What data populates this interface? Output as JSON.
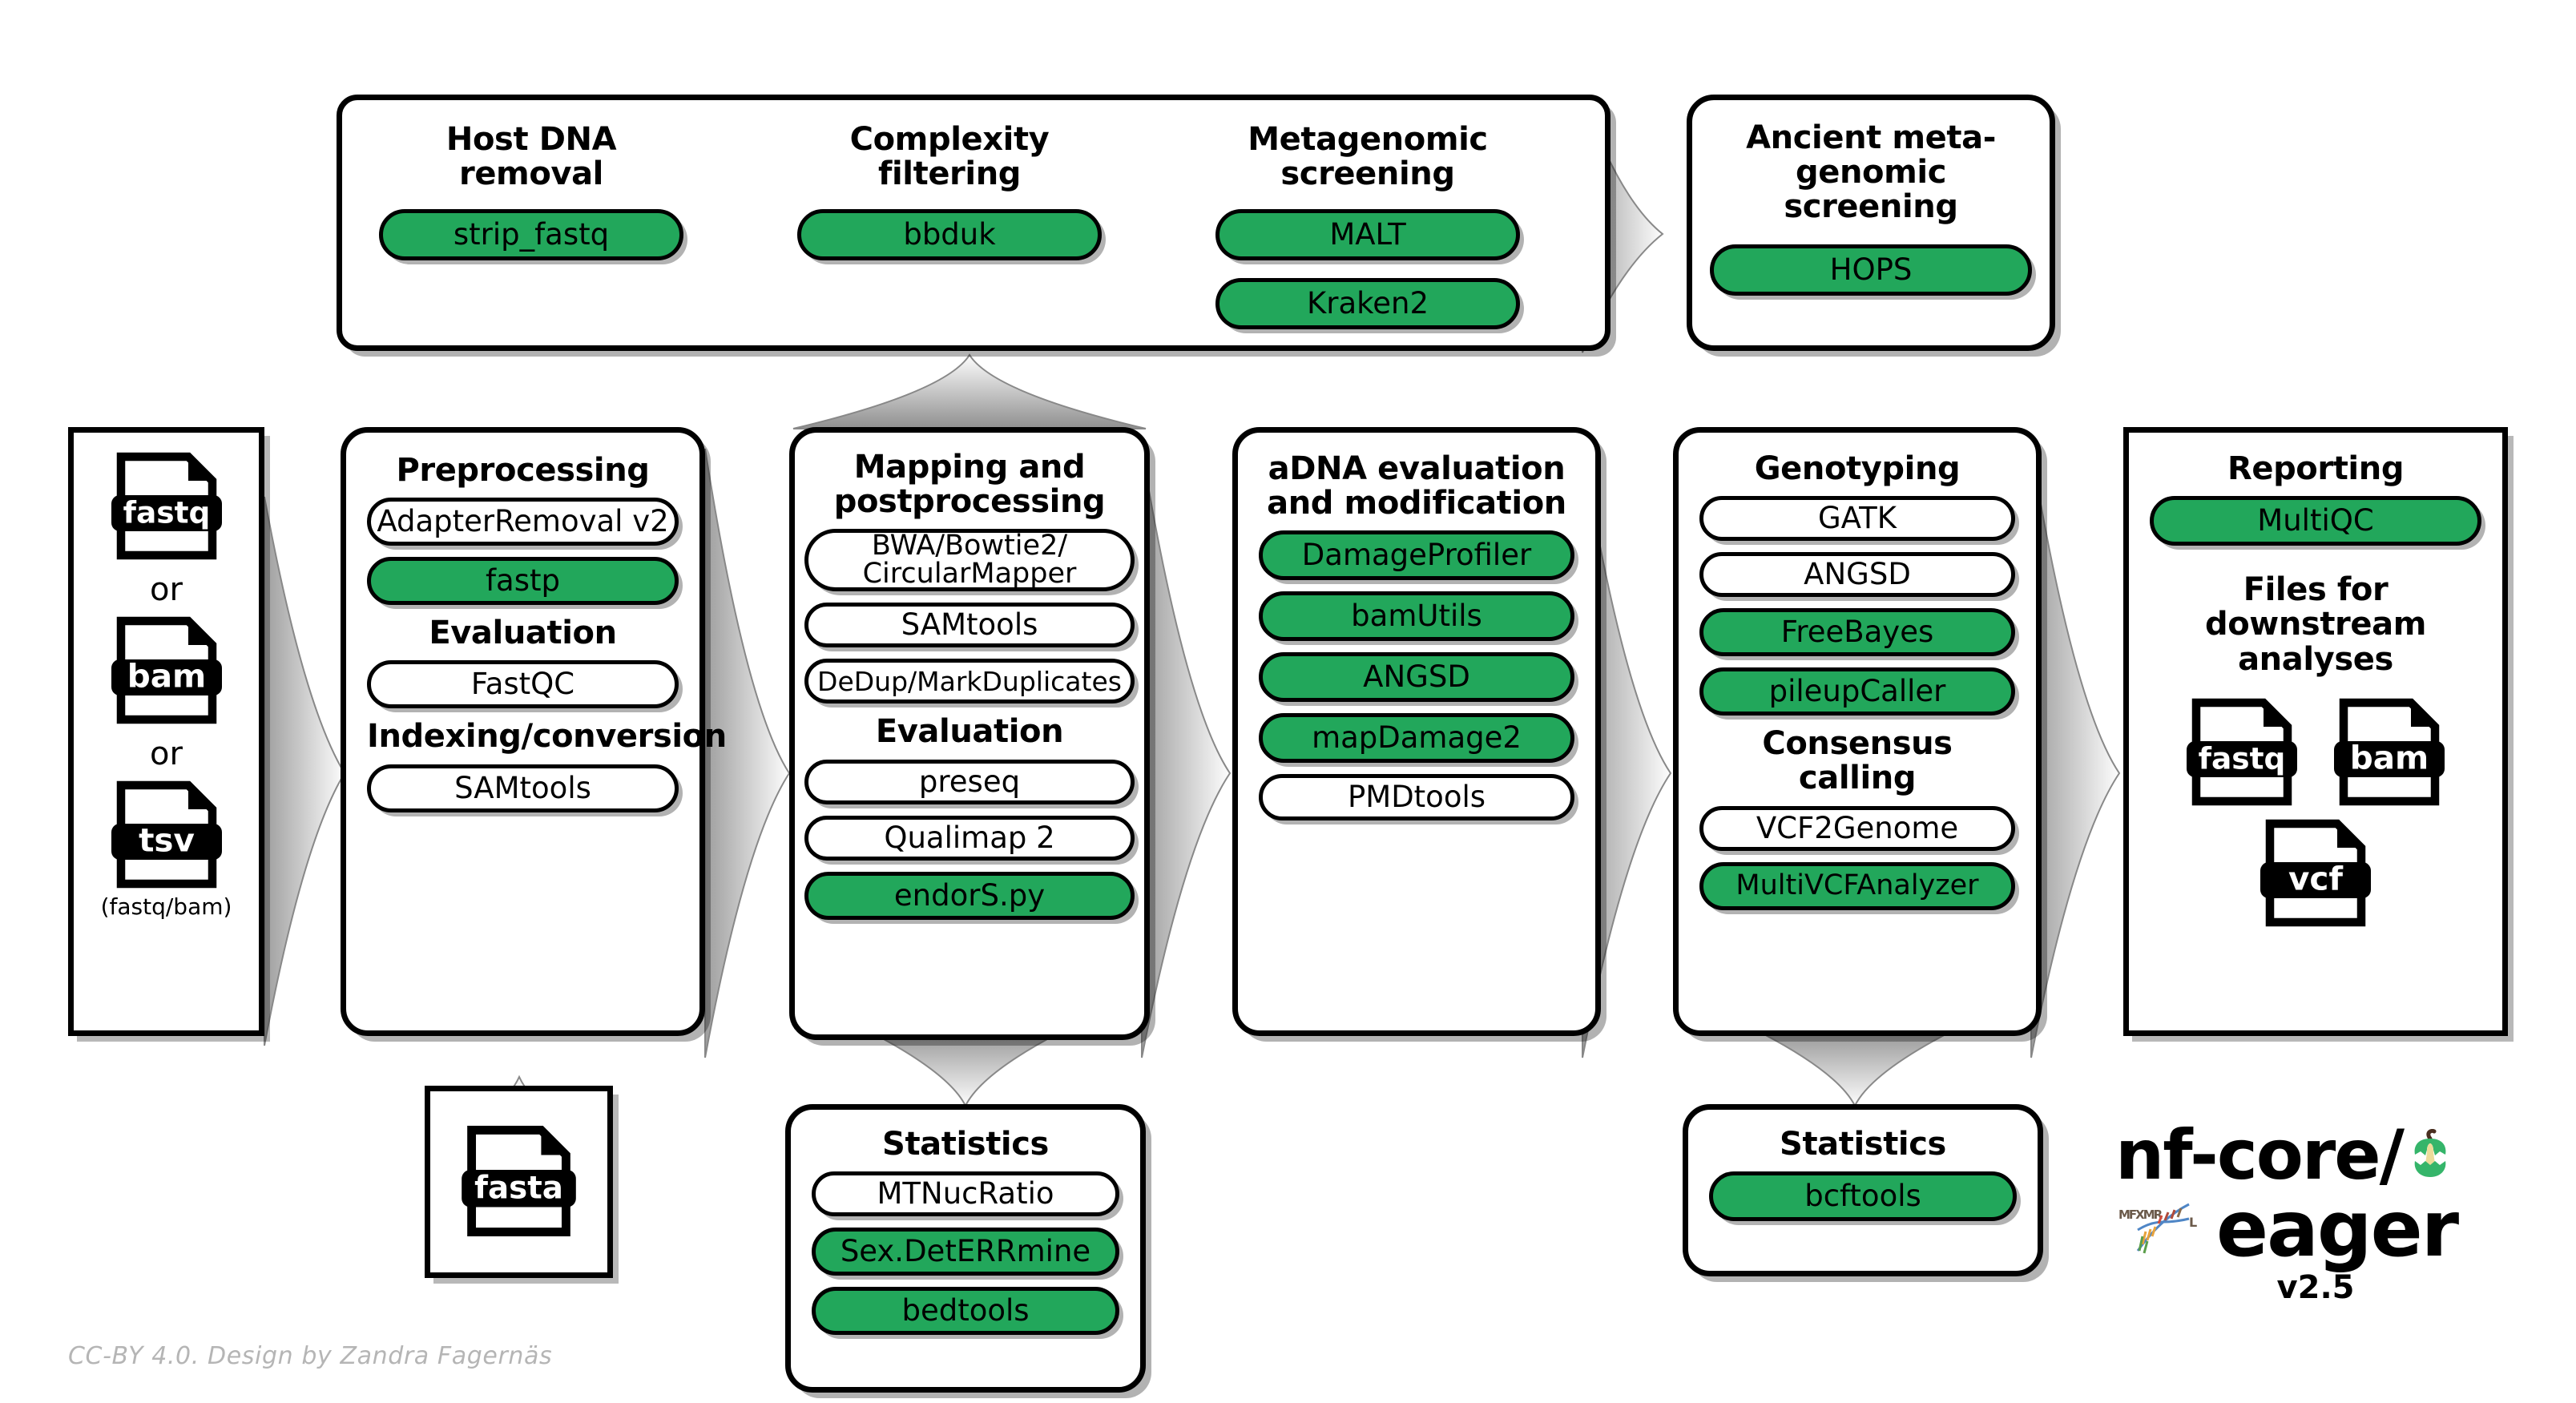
{
  "diagram": {
    "credit": "CC-BY 4.0. Design by Zandra Fagernäs",
    "accent_green": "#22a75b",
    "logo": {
      "org": "nf-core/",
      "pipeline": "eager",
      "version": "v2.5",
      "apple_icon": "apple-core-icon",
      "dna_icon": "dna-helix-icon"
    },
    "input": {
      "files": [
        {
          "label": "fastq",
          "icon": "fastq-file-icon"
        },
        {
          "label": "bam",
          "icon": "bam-file-icon"
        },
        {
          "label": "tsv",
          "icon": "tsv-file-icon"
        }
      ],
      "or_1": "or",
      "or_2": "or",
      "note": "(fastq/bam)"
    },
    "reference": {
      "file": {
        "label": "fasta",
        "icon": "fasta-file-icon"
      }
    },
    "screening_strip": {
      "sections": [
        {
          "title": "Host DNA\nremoval",
          "tools": [
            {
              "label": "strip_fastq",
              "green": true
            }
          ]
        },
        {
          "title": "Complexity\nfiltering",
          "tools": [
            {
              "label": "bbduk",
              "green": true
            }
          ]
        },
        {
          "title": "Metagenomic\nscreening",
          "tools": [
            {
              "label": "MALT",
              "green": true
            },
            {
              "label": "Kraken2",
              "green": true
            }
          ]
        }
      ]
    },
    "ancient_screening": {
      "title": "Ancient meta-\ngenomic screening",
      "tools": [
        {
          "label": "HOPS",
          "green": true
        }
      ]
    },
    "columns": [
      {
        "title": "Preprocessing",
        "groups": [
          {
            "heading": null,
            "tools": [
              {
                "label": "AdapterRemoval v2",
                "green": false
              },
              {
                "label": "fastp",
                "green": true
              }
            ]
          },
          {
            "heading": "Evaluation",
            "tools": [
              {
                "label": "FastQC",
                "green": false
              }
            ]
          },
          {
            "heading": "Indexing/conversion",
            "tools": [
              {
                "label": "SAMtools",
                "green": false
              }
            ]
          }
        ]
      },
      {
        "title": "Mapping and\npostprocessing",
        "groups": [
          {
            "heading": null,
            "tools": [
              {
                "label": "BWA/Bowtie2/\nCircularMapper",
                "green": false
              },
              {
                "label": "SAMtools",
                "green": false
              },
              {
                "label": "DeDup/MarkDuplicates",
                "green": false
              }
            ]
          },
          {
            "heading": "Evaluation",
            "tools": [
              {
                "label": "preseq",
                "green": false
              },
              {
                "label": "Qualimap 2",
                "green": false
              },
              {
                "label": "endorS.py",
                "green": true
              }
            ]
          }
        ]
      },
      {
        "title": "aDNA evaluation\nand modification",
        "groups": [
          {
            "heading": null,
            "tools": [
              {
                "label": "DamageProfiler",
                "green": true
              },
              {
                "label": "bamUtils",
                "green": true
              },
              {
                "label": "ANGSD",
                "green": true
              },
              {
                "label": "mapDamage2",
                "green": true
              },
              {
                "label": "PMDtools",
                "green": false
              }
            ]
          }
        ]
      },
      {
        "title": "Genotyping",
        "groups": [
          {
            "heading": null,
            "tools": [
              {
                "label": "GATK",
                "green": false
              },
              {
                "label": "ANGSD",
                "green": false
              },
              {
                "label": "FreeBayes",
                "green": true
              },
              {
                "label": "pileupCaller",
                "green": true
              }
            ]
          },
          {
            "heading": "Consensus calling",
            "tools": [
              {
                "label": "VCF2Genome",
                "green": false
              },
              {
                "label": "MultiVCFAnalyzer",
                "green": true
              }
            ]
          }
        ]
      },
      {
        "title": "Reporting",
        "groups": [
          {
            "heading": null,
            "tools": [
              {
                "label": "MultiQC",
                "green": true
              }
            ]
          }
        ],
        "downstream_heading": "Files for downstream\nanalyses",
        "downstream_files": [
          {
            "label": "fastq",
            "icon": "fastq-file-icon"
          },
          {
            "label": "bam",
            "icon": "bam-file-icon"
          },
          {
            "label": "vcf",
            "icon": "vcf-file-icon"
          }
        ]
      }
    ],
    "statistics_mapping": {
      "title": "Statistics",
      "tools": [
        {
          "label": "MTNucRatio",
          "green": false
        },
        {
          "label": "Sex.DetERRmine",
          "green": true
        },
        {
          "label": "bedtools",
          "green": true
        }
      ]
    },
    "statistics_genotyping": {
      "title": "Statistics",
      "tools": [
        {
          "label": "bcftools",
          "green": true
        }
      ]
    }
  }
}
